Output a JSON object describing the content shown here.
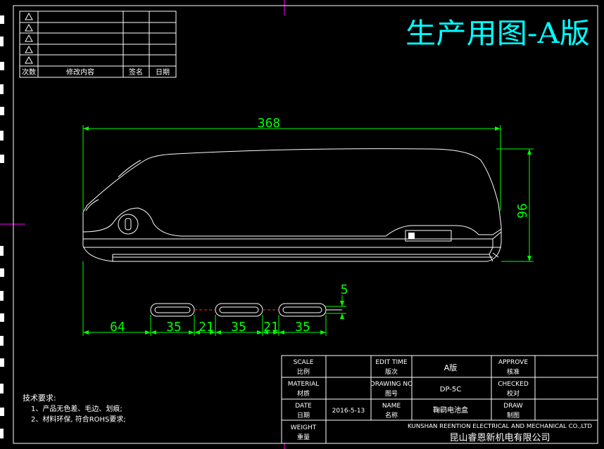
{
  "title": "生产用图-A版",
  "revision_table": {
    "headers": [
      "次数",
      "修改内容",
      "签名",
      "日期"
    ],
    "rows": 5
  },
  "dimensions": {
    "overall_length": "368",
    "height": "96",
    "slot_offset": "64",
    "slot_width": "35",
    "slot_gap": "21",
    "slot_height": "5"
  },
  "notes": {
    "heading": "技术要求:",
    "items": [
      "1、产品无色差、毛边、划痕;",
      "2、材料环保, 符合ROHS要求;"
    ]
  },
  "title_block": {
    "scale_en": "SCALE",
    "scale_cn": "比例",
    "material_en": "MATERIAL",
    "material_cn": "材质",
    "date_en": "DATE",
    "date_cn": "日期",
    "date_value": "2016-5-13",
    "weight_en": "WEIGHT",
    "weight_cn": "重量",
    "edit_time_en": "EDIT TIME",
    "edit_time_cn": "版次",
    "edit_time_value": "A版",
    "drawing_no_en": "DRAWING NO",
    "drawing_no_cn": "图号",
    "drawing_no_value": "DP-5C",
    "name_en": "NAME",
    "name_cn": "名称",
    "name_value": "鞠鹞电池盒",
    "approve_en": "APPROVE",
    "approve_cn": "核准",
    "checked_en": "CHECKED",
    "checked_cn": "校对",
    "draw_en": "DRAW",
    "draw_cn": "制图",
    "company_en": "KUNSHAN REENTION ELECTRICAL AND MECHANICAL CO.,LTD",
    "company_cn": "昆山睿恩新机电有限公司"
  },
  "colors": {
    "background": "#000000",
    "lines": "#ffffff",
    "dimension": "#00ff00",
    "title": "#00ffff",
    "crosshair": "#ff00ff"
  }
}
